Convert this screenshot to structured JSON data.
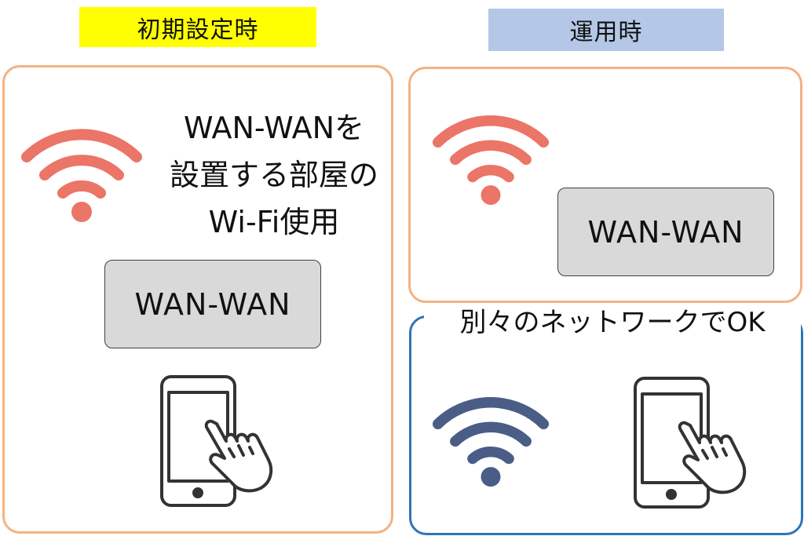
{
  "labels": {
    "initial_setup": "初期設定時",
    "operation": "運用時"
  },
  "left_panel": {
    "note_lines": [
      "WAN-WANを",
      "設置する部屋の",
      "Wi-Fi使用"
    ],
    "device_label": "WAN-WAN"
  },
  "right_top_panel": {
    "device_label": "WAN-WAN"
  },
  "right_bottom_panel": {
    "caption": "別々のネットワークでOK"
  },
  "colors": {
    "wifi_red": "#eb7567",
    "wifi_blue": "#4a5d86",
    "initial_label_bg": "#ffff00",
    "operation_label_bg": "#b4c7e7",
    "orange_border": "#f4b183",
    "blue_border": "#2e75b6",
    "device_bg": "#d9d9d9"
  },
  "icons": [
    "wifi-icon",
    "smartphone-touch-icon"
  ]
}
